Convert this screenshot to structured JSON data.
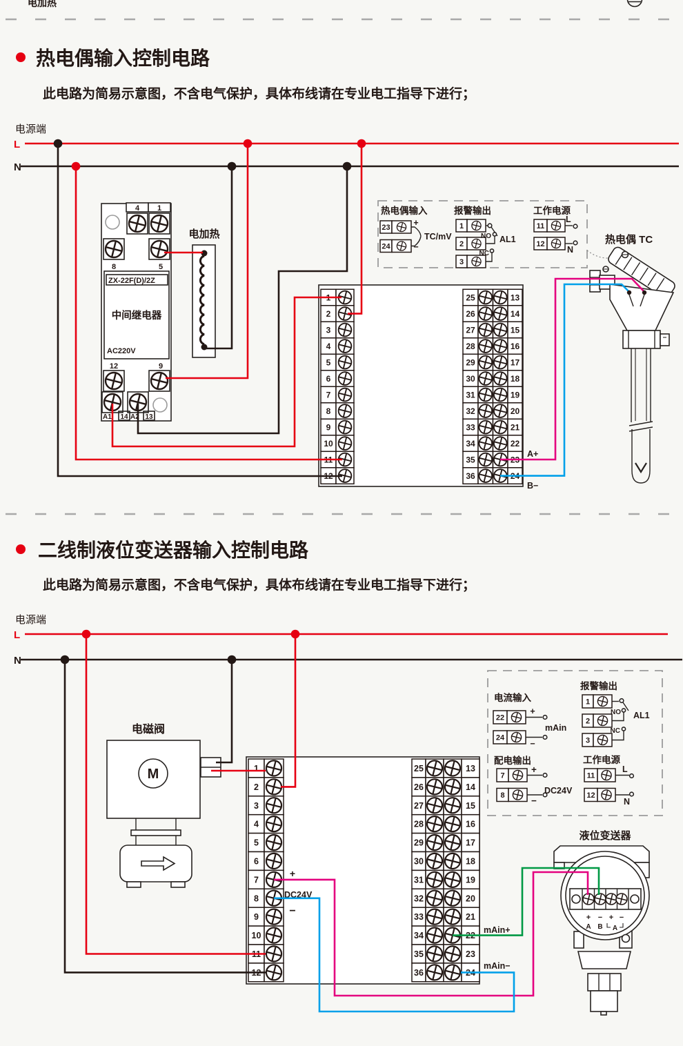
{
  "colors": {
    "live": "#e60012",
    "neutral": "#231815",
    "magenta": "#e4007f",
    "blue": "#00a0e9",
    "green": "#009944"
  },
  "top": {
    "clip_text": "电加热"
  },
  "sections": [
    {
      "title": "热电偶输入控制电路",
      "subtitle": "此电路为简易示意图，不含电气保护，具体布线请在专业电工指导下进行；",
      "power_label": "电源端",
      "l": "L",
      "n": "N"
    },
    {
      "title": "二线制液位变送器输入控制电路",
      "subtitle": "此电路为简易示意图，不含电气保护，具体布线请在专业电工指导下进行；",
      "power_label": "电源端",
      "l": "L",
      "n": "N"
    }
  ],
  "relay": {
    "top_labels": [
      "4",
      "1"
    ],
    "mid_labels": [
      "8",
      "5"
    ],
    "model": "ZX-22F(D)/2Z",
    "name": "中间继电器",
    "voltage": "AC220V",
    "low_labels": [
      "12",
      "9"
    ],
    "bottom_labels": [
      "A1",
      "14",
      "A2",
      "13"
    ]
  },
  "heater": {
    "label": "电加热"
  },
  "tc": {
    "label": "热电偶 TC"
  },
  "valve": {
    "label": "电磁阀",
    "motor": "M"
  },
  "transmitter": {
    "label": "液位变送器",
    "signs": [
      "+",
      "−",
      "+",
      "−"
    ],
    "letters": [
      "A",
      "B"
    ],
    "bracket_letter": "A"
  },
  "box1": {
    "g1": {
      "title": "热电偶输入",
      "nums": [
        "23",
        "24"
      ],
      "plus": "+",
      "minus": "−",
      "note": "TC/mV"
    },
    "g2": {
      "title": "报警输出",
      "nums": [
        "1",
        "2",
        "3"
      ],
      "no": "NO",
      "nc": "NC",
      "al": "AL1"
    },
    "g3": {
      "title": "工作电源",
      "nums": [
        "11",
        "12"
      ],
      "l": "L",
      "n": "N"
    }
  },
  "box2": {
    "g1": {
      "title": "电流输入",
      "nums": [
        "22",
        "24"
      ],
      "plus": "+",
      "minus": "−",
      "note": "mAin"
    },
    "g2": {
      "title": "报警输出",
      "nums": [
        "1",
        "2",
        "3"
      ],
      "no": "NO",
      "nc": "NC",
      "al": "AL1"
    },
    "g3": {
      "title": "配电输出",
      "nums": [
        "7",
        "8"
      ],
      "plus": "+",
      "minus": "−",
      "note": "DC24V"
    },
    "g4": {
      "title": "工作电源",
      "nums": [
        "11",
        "12"
      ],
      "l": "L",
      "n": "N"
    }
  },
  "block1": {
    "left": [
      "1",
      "2",
      "3",
      "4",
      "5",
      "6",
      "7",
      "8",
      "9",
      "10",
      "11",
      "12"
    ],
    "col25": [
      "25",
      "26",
      "27",
      "28",
      "29",
      "30",
      "31",
      "32",
      "33",
      "34",
      "35",
      "36"
    ],
    "col13": [
      "13",
      "14",
      "15",
      "16",
      "17",
      "18",
      "19",
      "20",
      "21",
      "22",
      "23",
      "24"
    ],
    "a_plus": "A+",
    "b_minus": "B−"
  },
  "block2": {
    "left": [
      "1",
      "2",
      "3",
      "4",
      "5",
      "6",
      "7",
      "8",
      "9",
      "10",
      "11",
      "12"
    ],
    "col25": [
      "25",
      "26",
      "27",
      "28",
      "29",
      "30",
      "31",
      "32",
      "33",
      "34",
      "35",
      "36"
    ],
    "col13": [
      "13",
      "14",
      "15",
      "16",
      "17",
      "18",
      "19",
      "20",
      "21",
      "22",
      "23",
      "24"
    ],
    "plus": "+",
    "dc": "DC24V",
    "minus": "−",
    "main_plus": "mAin+",
    "main_minus": "mAin−"
  }
}
